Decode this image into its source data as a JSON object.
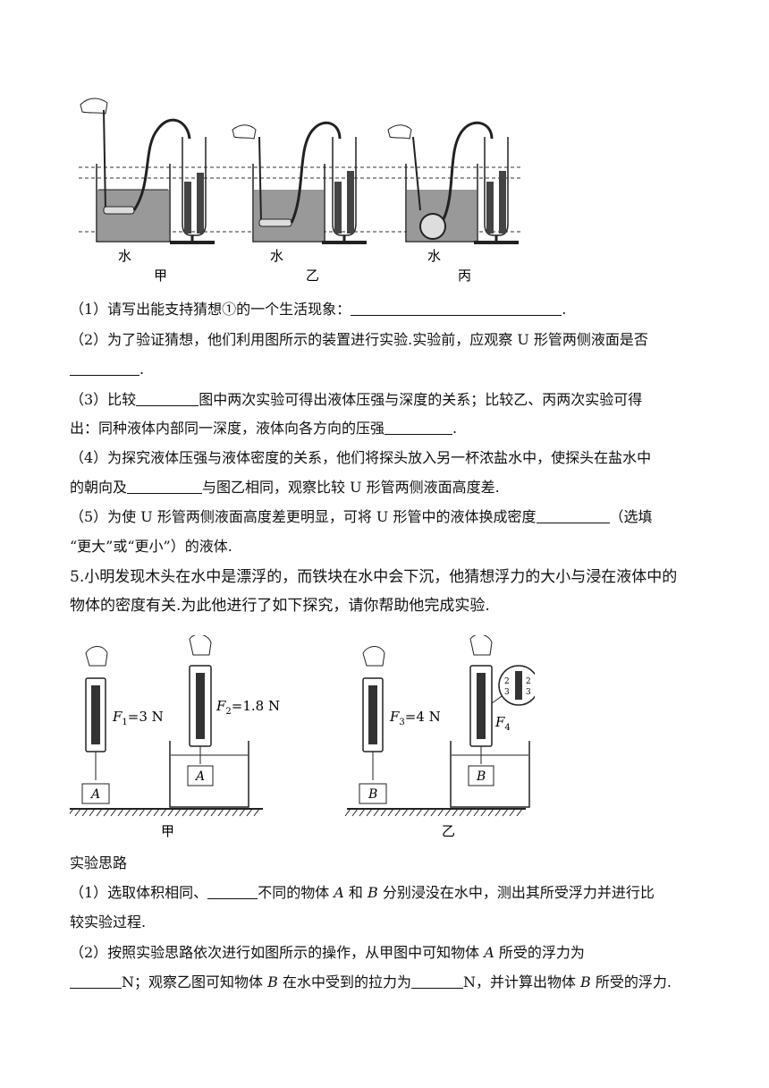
{
  "fig1": {
    "liquid_labels": [
      "水",
      "水",
      "水"
    ],
    "panel_labels": [
      "甲",
      "乙",
      "丙"
    ]
  },
  "q4": {
    "p1": {
      "pre": "（1）请写出能支持猜想①的一个生活现象：",
      "post": "."
    },
    "p2": {
      "line1": "（2）为了验证猜想，他们利用图所示的装置进行实验.实验前，应观察 U 形管两侧液面是否",
      "post": "."
    },
    "p3": {
      "pre": "（3）比较",
      "mid": "图中两次实验可得出液体压强与深度的关系；比较乙、丙两次实验可得",
      "line2_pre": "出：同种液体内部同一深度，液体向各方向的压强",
      "post": "."
    },
    "p4": {
      "line1": "（4）为探究液体压强与液体密度的关系，他们将探头放入另一杯浓盐水中，使探头在盐水中",
      "line2_pre": "的朝向及",
      "line2_post": "与图乙相同，观察比较 U 形管两侧液面高度差."
    },
    "p5": {
      "pre": "（5）为使 U 形管两侧液面高度差更明显，可将 U 形管中的液体换成密度",
      "post": "（选填",
      "line2": "“更大”或“更小”）的液体."
    }
  },
  "q5": {
    "line1": "5.小明发现木头在水中是漂浮的，而铁块在水中会下沉，他猜想浮力的大小与浸在液体中的",
    "line2": "物体的密度有关.为此他进行了如下探究，请你帮助他完成实验."
  },
  "fig2": {
    "f1_sym": "F",
    "f1_sub": "1",
    "f1_val": "=3 N",
    "f2_sym": "F",
    "f2_sub": "2",
    "f2_val": "=1.8 N",
    "f3_sym": "F",
    "f3_sub": "3",
    "f3_val": "=4 N",
    "f4_sym": "F",
    "f4_sub": "4",
    "block_a": "A",
    "block_b": "B",
    "panel_left": "甲",
    "panel_right": "乙",
    "zoom_ticks": [
      "2",
      "3",
      "2",
      "3"
    ]
  },
  "exp": {
    "heading": "实验思路",
    "s1_pre": "（1）选取体积相同、",
    "s1_mid1": "不同的物体 ",
    "s1_a": "A",
    "s1_mid2": " 和 ",
    "s1_b": "B",
    "s1_post": " 分别浸没在水中，测出其所受浮力并进行比",
    "s1_line2": "较实验过程.",
    "s2_pre": "（2）按照实验思路依次进行如图所示的操作，从甲图中可知物体 ",
    "s2_a": "A",
    "s2_post": " 所受的浮力为",
    "s2_l2_a": "N；观察乙图可知物体 ",
    "s2_b": "B",
    "s2_l2_b": " 在水中受到的拉力为",
    "s2_l2_c": "N，并计算出物体 ",
    "s2_b2": "B",
    "s2_l2_d": " 所受的浮力."
  }
}
